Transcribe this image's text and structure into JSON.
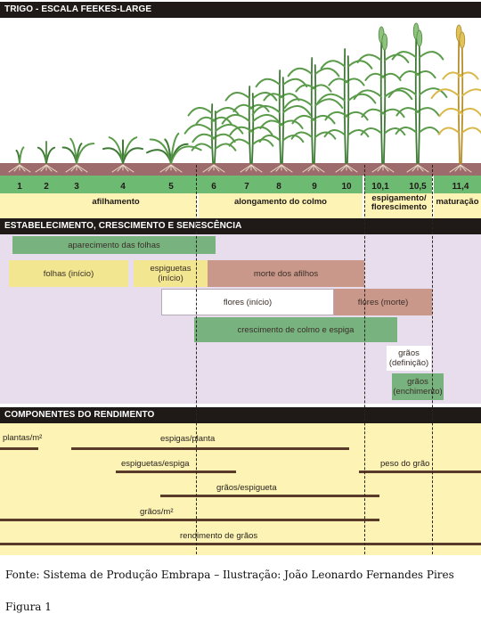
{
  "header1": "TRIGO - ESCALA FEEKES-LARGE",
  "header2": "ESTABELECIMENTO, CRESCIMENTO E SENESCÊNCIA",
  "header3": "COMPONENTES DO RENDIMENTO",
  "stages": [
    "1",
    "2",
    "3",
    "4",
    "5",
    "6",
    "7",
    "8",
    "9",
    "10",
    "10,1",
    "10,5",
    "11,4"
  ],
  "phases": {
    "afilhamento": "afilhamento",
    "alongamento": "alongamento do colmo",
    "espigamento_1": "espigamento/",
    "espigamento_2": "florescimento",
    "maturacao": "maturação"
  },
  "bars": {
    "aparecimento": "aparecimento das folhas",
    "folhas_inicio": "folhas (início)",
    "espiguetas_inicio_1": "espiguetas",
    "espiguetas_inicio_2": "(início)",
    "morte_afilhos": "morte dos afilhos",
    "flores_inicio": "flores (início)",
    "flores_morte": "flores (morte)",
    "crescimento": "crescimento de colmo e espiga",
    "graos_definicao_1": "grãos",
    "graos_definicao_2": "(definição)",
    "graos_enchimento_1": "grãos",
    "graos_enchimento_2": "(enchimento)"
  },
  "components": {
    "plantas": "plantas/m²",
    "espigas": "espigas/planta",
    "espiguetas": "espiguetas/espiga",
    "peso": "peso do grão",
    "graos_espigueta": "grãos/espigueta",
    "graos_m2": "grãos/m²",
    "rendimento": "rendimento de grãos"
  },
  "caption": "Fonte: Sistema de Produção Embrapa – Ilustração: João Leonardo Fernandes Pires",
  "figure": "Figura 1",
  "colors": {
    "header": "#1f1a17",
    "yellow": "#fcf3b4",
    "lilac": "#e7dded",
    "soil": "#9d6b6b",
    "green_band": "#6dbb72",
    "bar_green": "#78b37f",
    "bar_yellow": "#f2e690",
    "bar_brown": "#c9988a",
    "line_brown": "#5a3b2a"
  }
}
